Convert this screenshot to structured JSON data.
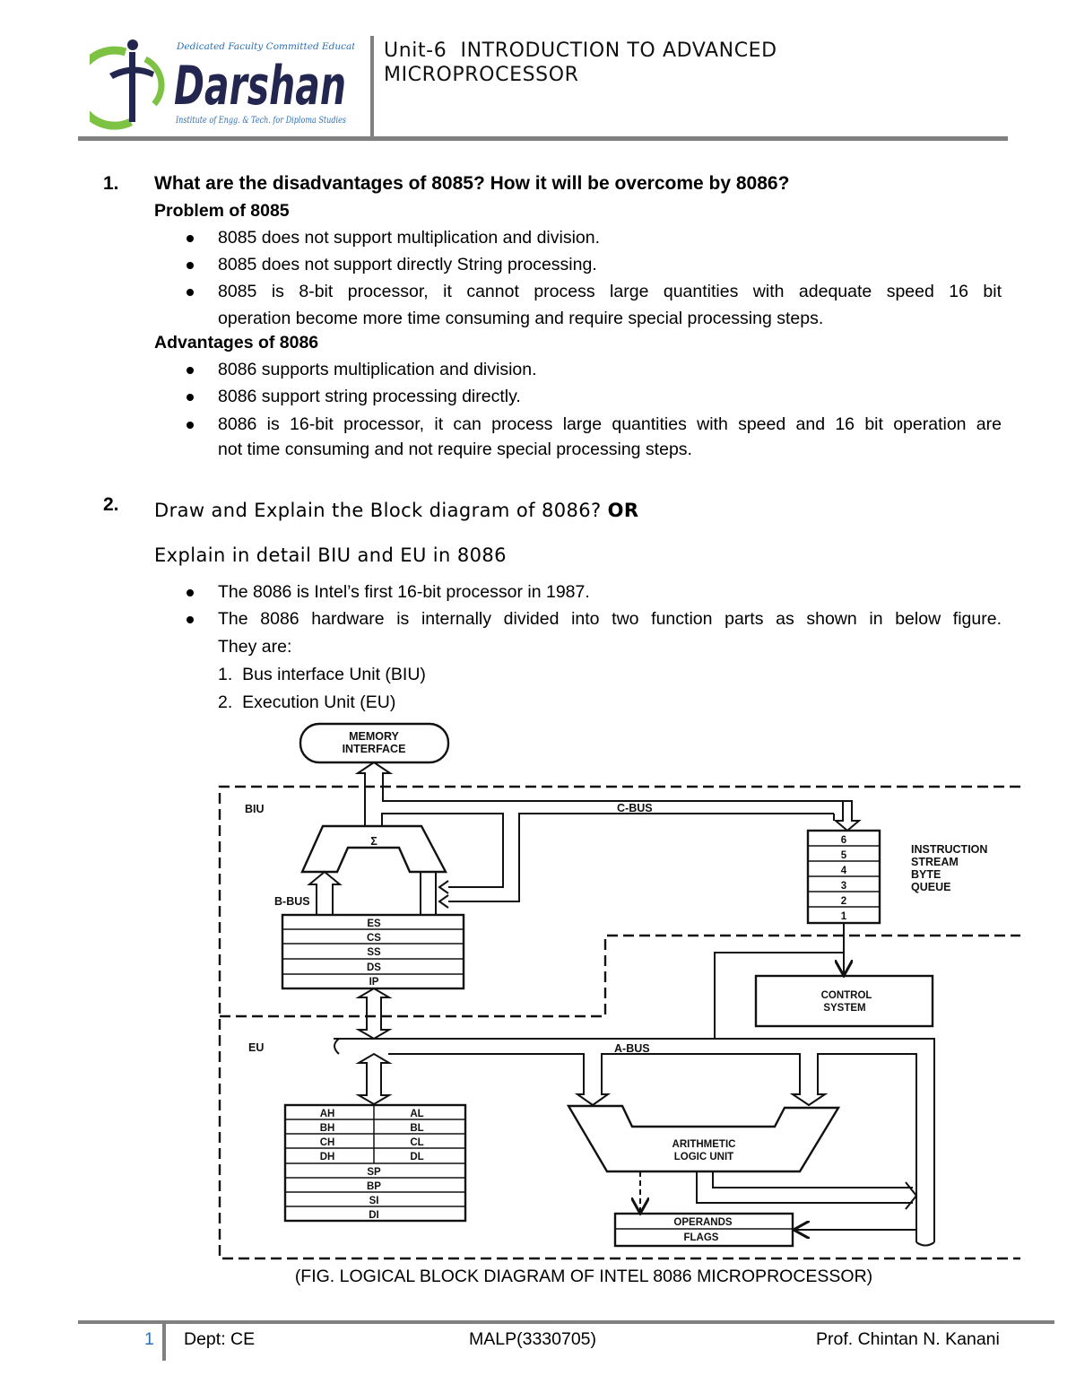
{
  "header": {
    "logo": {
      "tagline": "Dedicated Faculty Committed Education",
      "name": "Darshan",
      "subtitle": "Institute of Engg. & Tech. for Diploma Studies",
      "colors": {
        "navy": "#23264f",
        "green": "#7dc242",
        "blue": "#2b6fb5"
      }
    },
    "title_line1": "Unit-6  INTRODUCTION TO ADVANCED",
    "title_line2": "MICROPROCESSOR"
  },
  "q1": {
    "number": "1.",
    "heading": "What are the disadvantages of 8085? How it will be overcome by 8086?",
    "problem_title": "Problem of 8085",
    "problem_items": [
      {
        "lines": [
          "8085 does not support multiplication and division."
        ]
      },
      {
        "lines": [
          "8085 does not support directly String processing."
        ]
      },
      {
        "lines": [
          "8085 is 8-bit processor, it cannot process large quantities with adequate speed 16 bit",
          "operation become more time consuming and require special processing steps."
        ]
      }
    ],
    "advantages_title": "Advantages of 8086",
    "advantages_items": [
      {
        "lines": [
          "8086 supports multiplication and division."
        ]
      },
      {
        "lines": [
          "8086 support string processing directly."
        ]
      },
      {
        "lines": [
          "8086 is 16-bit processor, it can process large quantities with speed and 16 bit operation are",
          "not time consuming and not require special processing steps."
        ]
      }
    ]
  },
  "q2": {
    "number": "2.",
    "heading_a": "Draw and Explain the Block diagram of 8086?",
    "heading_or": "OR",
    "heading_b": "Explain in detail BIU and EU in 8086",
    "items": [
      {
        "lines": [
          "The 8086 is Intel’s first 16-bit processor in 1987."
        ]
      },
      {
        "lines": [
          "The 8086 hardware is internally divided into two function parts as shown in below figure.",
          "They are:"
        ]
      }
    ],
    "parts": [
      "1.  Bus interface Unit (BIU)",
      "2.  Execution Unit (EU)"
    ]
  },
  "diagram": {
    "memory_interface": [
      "MEMORY",
      "INTERFACE"
    ],
    "biu": "BIU",
    "eu": "EU",
    "c_bus": "C-BUS",
    "b_bus": "B-BUS",
    "a_bus": "A-BUS",
    "adder": "Σ",
    "segment_registers": [
      "ES",
      "CS",
      "SS",
      "DS",
      "IP"
    ],
    "queue": [
      "6",
      "5",
      "4",
      "3",
      "2",
      "1"
    ],
    "queue_label": [
      "INSTRUCTION",
      "STREAM",
      "BYTE",
      "QUEUE"
    ],
    "control_system": [
      "CONTROL",
      "SYSTEM"
    ],
    "gp_registers": [
      [
        "AH",
        "AL"
      ],
      [
        "BH",
        "BL"
      ],
      [
        "CH",
        "CL"
      ],
      [
        "DH",
        "DL"
      ]
    ],
    "pointer_registers": [
      "SP",
      "BP",
      "SI",
      "DI"
    ],
    "alu": [
      "ARITHMETIC",
      "LOGIC UNIT"
    ],
    "operands_flags": [
      "OPERANDS",
      "FLAGS"
    ],
    "caption": "(FIG. LOGICAL BLOCK DIAGRAM OF INTEL 8086 MICROPROCESSOR)"
  },
  "footer": {
    "page": "1",
    "dept": "Dept: CE",
    "subject": "MALP(3330705)",
    "author": "Prof. Chintan N. Kanani",
    "page_color": "#2b6fb5"
  }
}
